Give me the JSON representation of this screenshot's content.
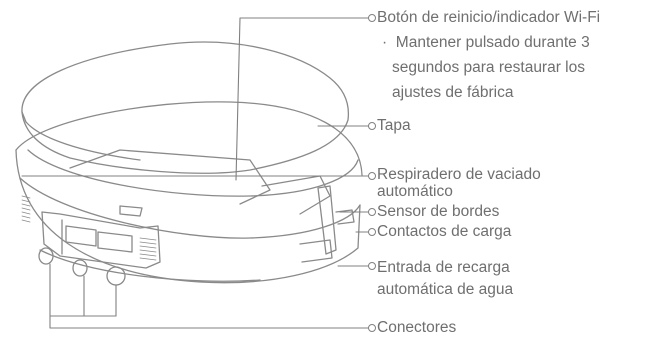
{
  "labels": {
    "reset_button": "Botón de reinicio/indicador Wi-Fi",
    "reset_note_bullet": "·",
    "reset_note_line1": "Mantener pulsado durante 3",
    "reset_note_line2": "segundos para restaurar los",
    "reset_note_line3": "ajustes de fábrica",
    "lid": "Tapa",
    "vent_line1": "Respiradero de vaciado",
    "vent_line2": "automático",
    "edge_sensor": "Sensor de bordes",
    "charging_contacts": "Contactos de carga",
    "water_inlet_line1": "Entrada de recarga",
    "water_inlet_line2": "automática de agua",
    "connectors": "Conectores"
  },
  "colors": {
    "line": "#808080",
    "text": "#6f6f6f",
    "background": "#ffffff"
  }
}
